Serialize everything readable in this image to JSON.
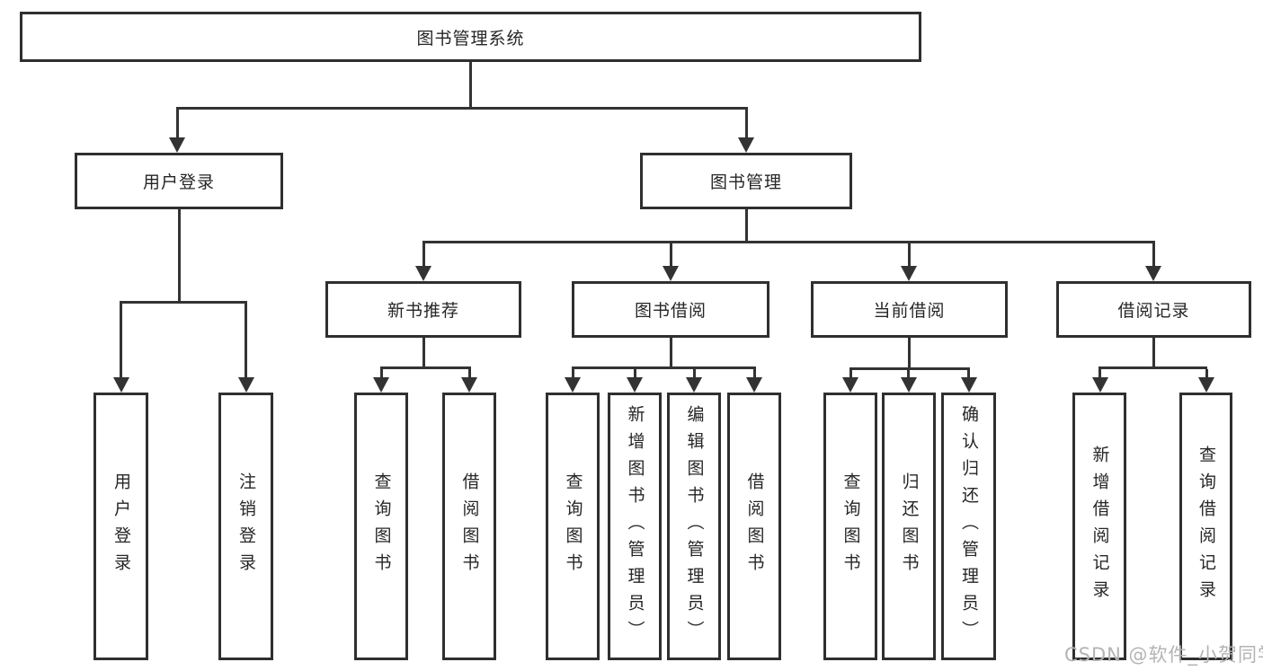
{
  "diagram": {
    "root": {
      "label": "图书管理系统"
    },
    "level2": [
      {
        "label": "用户登录"
      },
      {
        "label": "图书管理"
      }
    ],
    "level3": [
      {
        "label": "新书推荐"
      },
      {
        "label": "图书借阅"
      },
      {
        "label": "当前借阅"
      },
      {
        "label": "借阅记录"
      }
    ],
    "leaves": [
      {
        "parent": "用户登录",
        "label": "用户登录"
      },
      {
        "parent": "用户登录",
        "label": "注销登录"
      },
      {
        "parent": "新书推荐",
        "label": "查询图书"
      },
      {
        "parent": "新书推荐",
        "label": "借阅图书"
      },
      {
        "parent": "图书借阅",
        "label": "查询图书"
      },
      {
        "parent": "图书借阅",
        "label": "新增图书（管理员）"
      },
      {
        "parent": "图书借阅",
        "label": "编辑图书（管理员）"
      },
      {
        "parent": "图书借阅",
        "label": "借阅图书"
      },
      {
        "parent": "当前借阅",
        "label": "查询图书"
      },
      {
        "parent": "当前借阅",
        "label": "归还图书"
      },
      {
        "parent": "当前借阅",
        "label": "确认归还（管理员）"
      },
      {
        "parent": "借阅记录",
        "label": "新增借阅记录"
      },
      {
        "parent": "借阅记录",
        "label": "查询借阅记录"
      }
    ]
  },
  "watermark": {
    "label": "CSDN @软件_小贺同学"
  },
  "colors": {
    "line": "#333333",
    "border": "#2f2f2f",
    "text": "#262626",
    "watermark": "#b4b4b4",
    "bg": "#ffffff"
  }
}
